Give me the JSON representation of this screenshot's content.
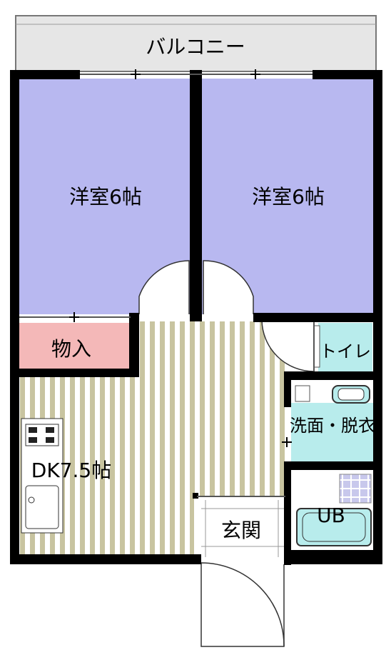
{
  "floorplan": {
    "balcony_label": "バルコニー",
    "rooms": {
      "western_left": "洋室6帖",
      "western_right": "洋室6帖",
      "storage": "物入",
      "toilet": "トイレ",
      "washroom": "洗面・脱衣",
      "dk": "DK7.5帖",
      "entrance": "玄関",
      "bath": "UB"
    },
    "colors": {
      "western": "#b8b8f0",
      "storage": "#f4b8b8",
      "wet_area": "#b8ecec",
      "dk_stripe": "#c8c4a0",
      "balcony": "#e6e6e6",
      "wall": "#000000"
    }
  }
}
